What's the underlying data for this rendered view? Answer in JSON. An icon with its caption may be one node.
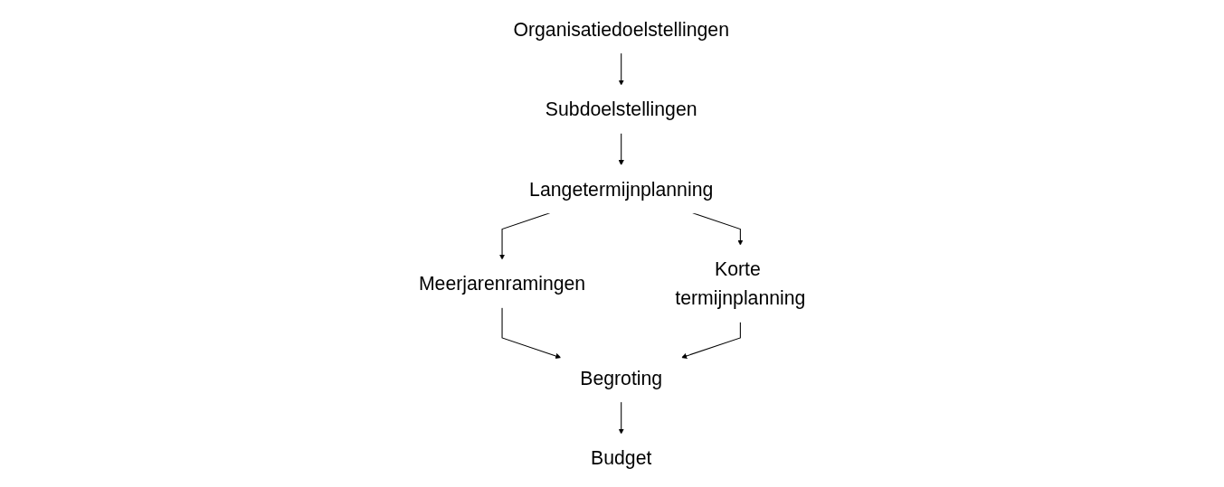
{
  "diagram": {
    "nodes": [
      {
        "text": [
          "Organisatiedoelstellingen"
        ]
      },
      {
        "text": [
          "Subdoelstellingen"
        ]
      },
      {
        "text": [
          "Langetermijnplanning"
        ]
      },
      {
        "text": [
          "Meerjarenramingen"
        ]
      },
      {
        "text": [
          "Korte termijnplanning"
        ]
      },
      {
        "text": [
          "Begroting"
        ]
      },
      {
        "text": [
          "Budget"
        ]
      }
    ],
    "edges": [
      {
        "from": 0,
        "to": 1,
        "arrow": "to"
      },
      {
        "from": 1,
        "to": 2,
        "arrow": "to"
      },
      {
        "from": 2,
        "to": 3,
        "arrow": "to"
      },
      {
        "from": 2,
        "to": 4,
        "arrow": "to"
      },
      {
        "from": 3,
        "to": 5,
        "arrow": "to"
      },
      {
        "from": 4,
        "to": 5,
        "arrow": "to"
      },
      {
        "from": 5,
        "to": 6,
        "arrow": "to"
      }
    ]
  }
}
